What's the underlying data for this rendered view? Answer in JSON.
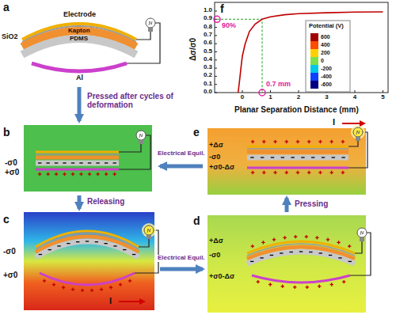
{
  "diagram": {
    "nodes": [
      {
        "text": [
          "a",
          "Electrode",
          "SiO2",
          "Kapton",
          "PDMS",
          "Al"
        ]
      },
      {
        "text": [
          "b",
          "-σ0",
          "+σ0"
        ]
      },
      {
        "text": [
          "c",
          "-σ0",
          "+σ0",
          "I"
        ]
      },
      {
        "text": [
          "d",
          "+Δσ",
          "-σ0",
          "+σ0-Δσ"
        ]
      },
      {
        "text": [
          "e",
          "+Δσ",
          "-σ0",
          "+σ0-Δσ",
          "I"
        ]
      },
      {
        "text": [
          "f"
        ]
      }
    ],
    "edges": [
      {
        "from": 0,
        "to": 1,
        "arrow": "to",
        "label": "Pressed after cycles of deformation"
      },
      {
        "from": 1,
        "to": 2,
        "arrow": "to",
        "label": "Releasing"
      },
      {
        "from": 2,
        "to": 3,
        "arrow": "to",
        "label": "Electrical Equil."
      },
      {
        "from": 3,
        "to": 4,
        "arrow": "to",
        "label": "Pressing"
      },
      {
        "from": 4,
        "to": 1,
        "arrow": "to",
        "label": "Electrical Equil."
      }
    ],
    "labels": [
      "Δσ/σ0",
      "Planar Separation Distance (mm)",
      "90%",
      "0.7 mm",
      "1.0",
      "0.9",
      "0.8",
      "0.7",
      "0.6",
      "0.5",
      "0.4",
      "0.3",
      "0.2",
      "0.1",
      "0.0",
      "0",
      "1",
      "2",
      "3",
      "4",
      "5",
      "Potential (V)"
    ],
    "legend": [
      {
        "text": "600",
        "color": "#a00000"
      },
      {
        "text": "400",
        "color": "#ff4a00"
      },
      {
        "text": "200",
        "color": "#ffd000"
      },
      {
        "text": "0",
        "color": "#7de04a"
      },
      {
        "text": "-200",
        "color": "#00c8e8"
      },
      {
        "text": "-400",
        "color": "#1040ff"
      },
      {
        "text": "-600",
        "color": "#000080"
      }
    ]
  }
}
